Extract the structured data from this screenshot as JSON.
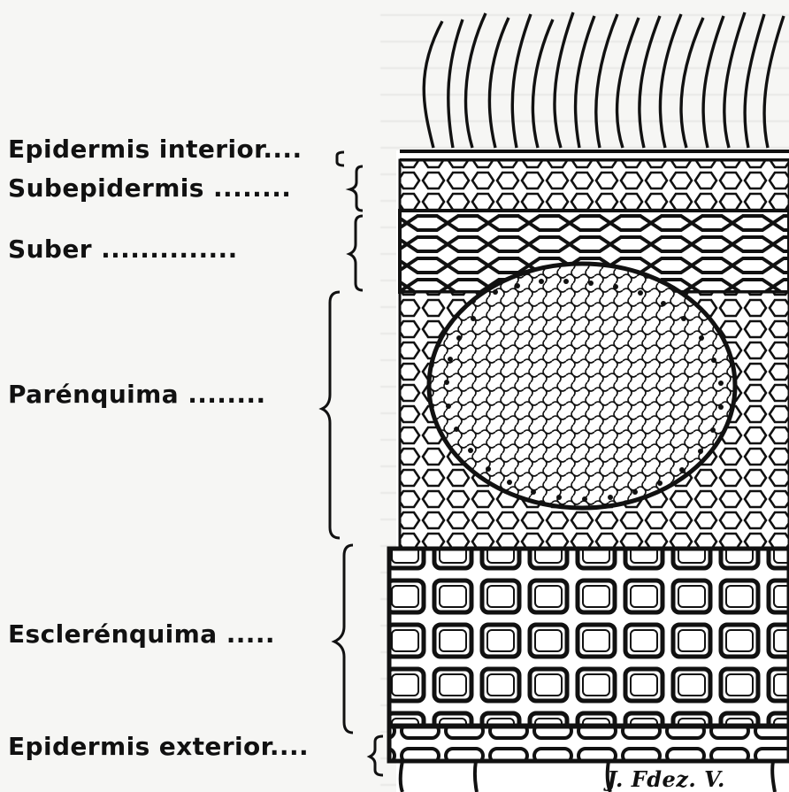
{
  "labels": {
    "epidermis_interior": "Epidermis interior....",
    "subepidermis": "Subepidermis ........",
    "suber": "Suber ..............",
    "parenquima": "Parénquima ........",
    "esclerenquima": "Esclerénquima .....",
    "epidermis_exterior": "Epidermis exterior...."
  },
  "signature": "J. Fdez. V.",
  "colors": {
    "ink": "#111111",
    "paper": "#f6f6f4"
  }
}
